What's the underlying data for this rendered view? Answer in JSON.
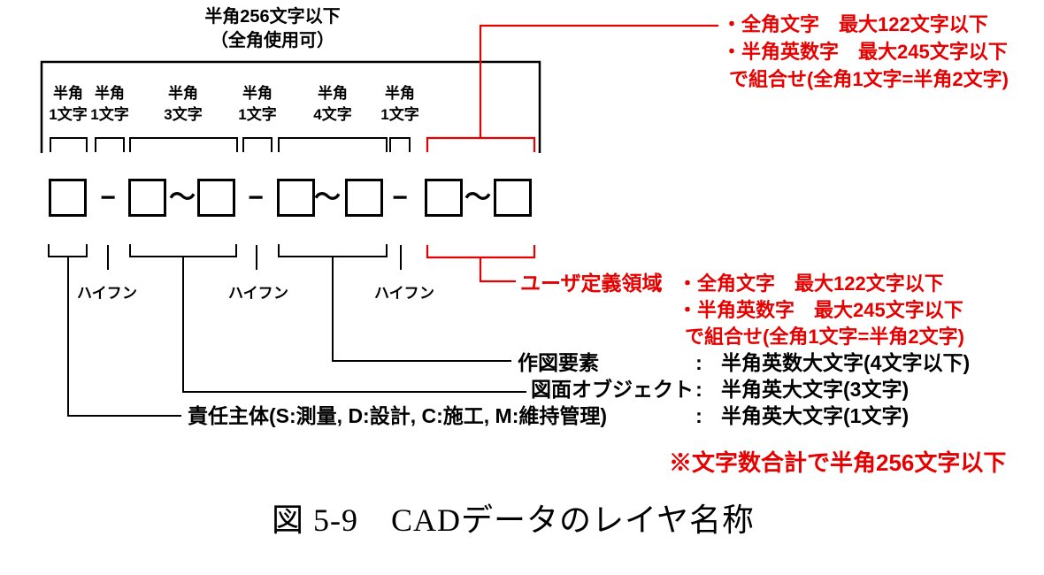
{
  "header": {
    "line1": "半角256文字以下",
    "line2": "（全角使用可）"
  },
  "column_labels": [
    {
      "line1": "半角",
      "line2": "1文字"
    },
    {
      "line1": "半角",
      "line2": "1文字"
    },
    {
      "line1": "半角",
      "line2": "3文字"
    },
    {
      "line1": "半角",
      "line2": "1文字"
    },
    {
      "line1": "半角",
      "line2": "4文字"
    },
    {
      "line1": "半角",
      "line2": "1文字"
    }
  ],
  "boxes": {
    "count": 7
  },
  "glyphs": {
    "hyphen": "−",
    "tilde": "～"
  },
  "hyphen_labels": [
    "ハイフン",
    "ハイフン",
    "ハイフン"
  ],
  "top_note": {
    "line1": "・全角文字　最大122文字以下",
    "line2": "・半角英数字　最大245文字以下",
    "line3": "で組合せ(全角1文字=半角2文字)"
  },
  "user_area": {
    "label": "ユーザ定義領域",
    "colon": ":",
    "line1": "・全角文字　最大122文字以下",
    "line2": "・半角英数字　最大245文字以下",
    "line3": "で組合せ(全角1文字=半角2文字)"
  },
  "rows": [
    {
      "label": "作図要素",
      "colon": ":",
      "value": "半角英数大文字(4文字以下)"
    },
    {
      "label": "図面オブジェクト",
      "colon": ":",
      "value": "半角英大文字(3文字)"
    },
    {
      "label": "責任主体(S:測量, D:設計, C:施工, M:維持管理)",
      "colon": ":",
      "value": "半角英大文字(1文字)"
    }
  ],
  "footnote": "※文字数合計で半角256文字以下",
  "caption": "図 5-9　CADデータのレイヤ名称",
  "colors": {
    "accent_red": "#e60000",
    "line_black": "#000000"
  }
}
